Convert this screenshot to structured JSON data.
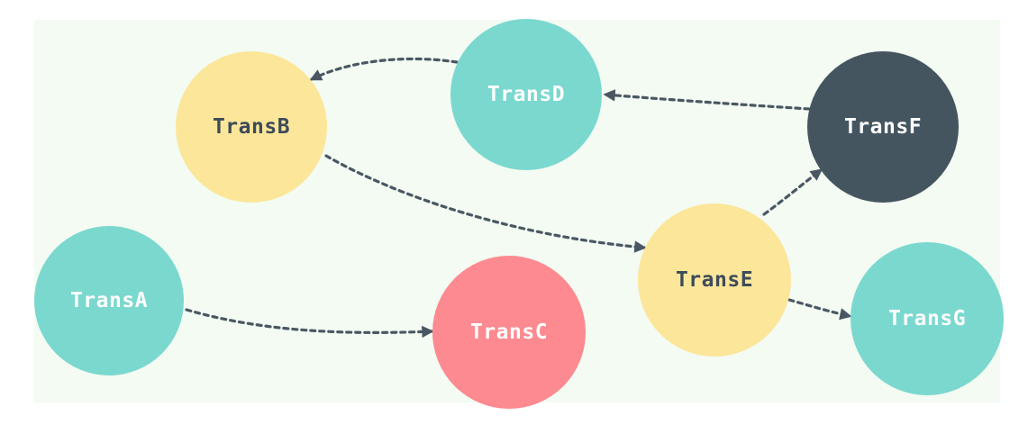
{
  "nodes": {
    "transa": {
      "label": "TransA",
      "fill": "#7ad8cf",
      "text_color": "#ffffff"
    },
    "transb": {
      "label": "TransB",
      "fill": "#fce69a",
      "text_color": "#3d4b59"
    },
    "transc": {
      "label": "TransC",
      "fill": "#fc8a90",
      "text_color": "#ffffff"
    },
    "transd": {
      "label": "TransD",
      "fill": "#7ad8cf",
      "text_color": "#ffffff"
    },
    "transe": {
      "label": "TransE",
      "fill": "#fce69a",
      "text_color": "#3d4b59"
    },
    "transf": {
      "label": "TransF",
      "fill": "#455560",
      "text_color": "#ffffff"
    },
    "transg": {
      "label": "TransG",
      "fill": "#7ad8cf",
      "text_color": "#ffffff"
    }
  },
  "edges": [
    {
      "from": "TransD",
      "to": "TransB",
      "style": "dashed"
    },
    {
      "from": "TransF",
      "to": "TransD",
      "style": "dashed"
    },
    {
      "from": "TransB",
      "to": "TransE",
      "style": "dashed"
    },
    {
      "from": "TransE",
      "to": "TransF",
      "style": "dashed"
    },
    {
      "from": "TransE",
      "to": "TransG",
      "style": "dashed"
    },
    {
      "from": "TransA",
      "to": "TransC",
      "style": "dashed"
    }
  ],
  "colors": {
    "background": "#f3fbf2",
    "edge": "#4a5763"
  }
}
